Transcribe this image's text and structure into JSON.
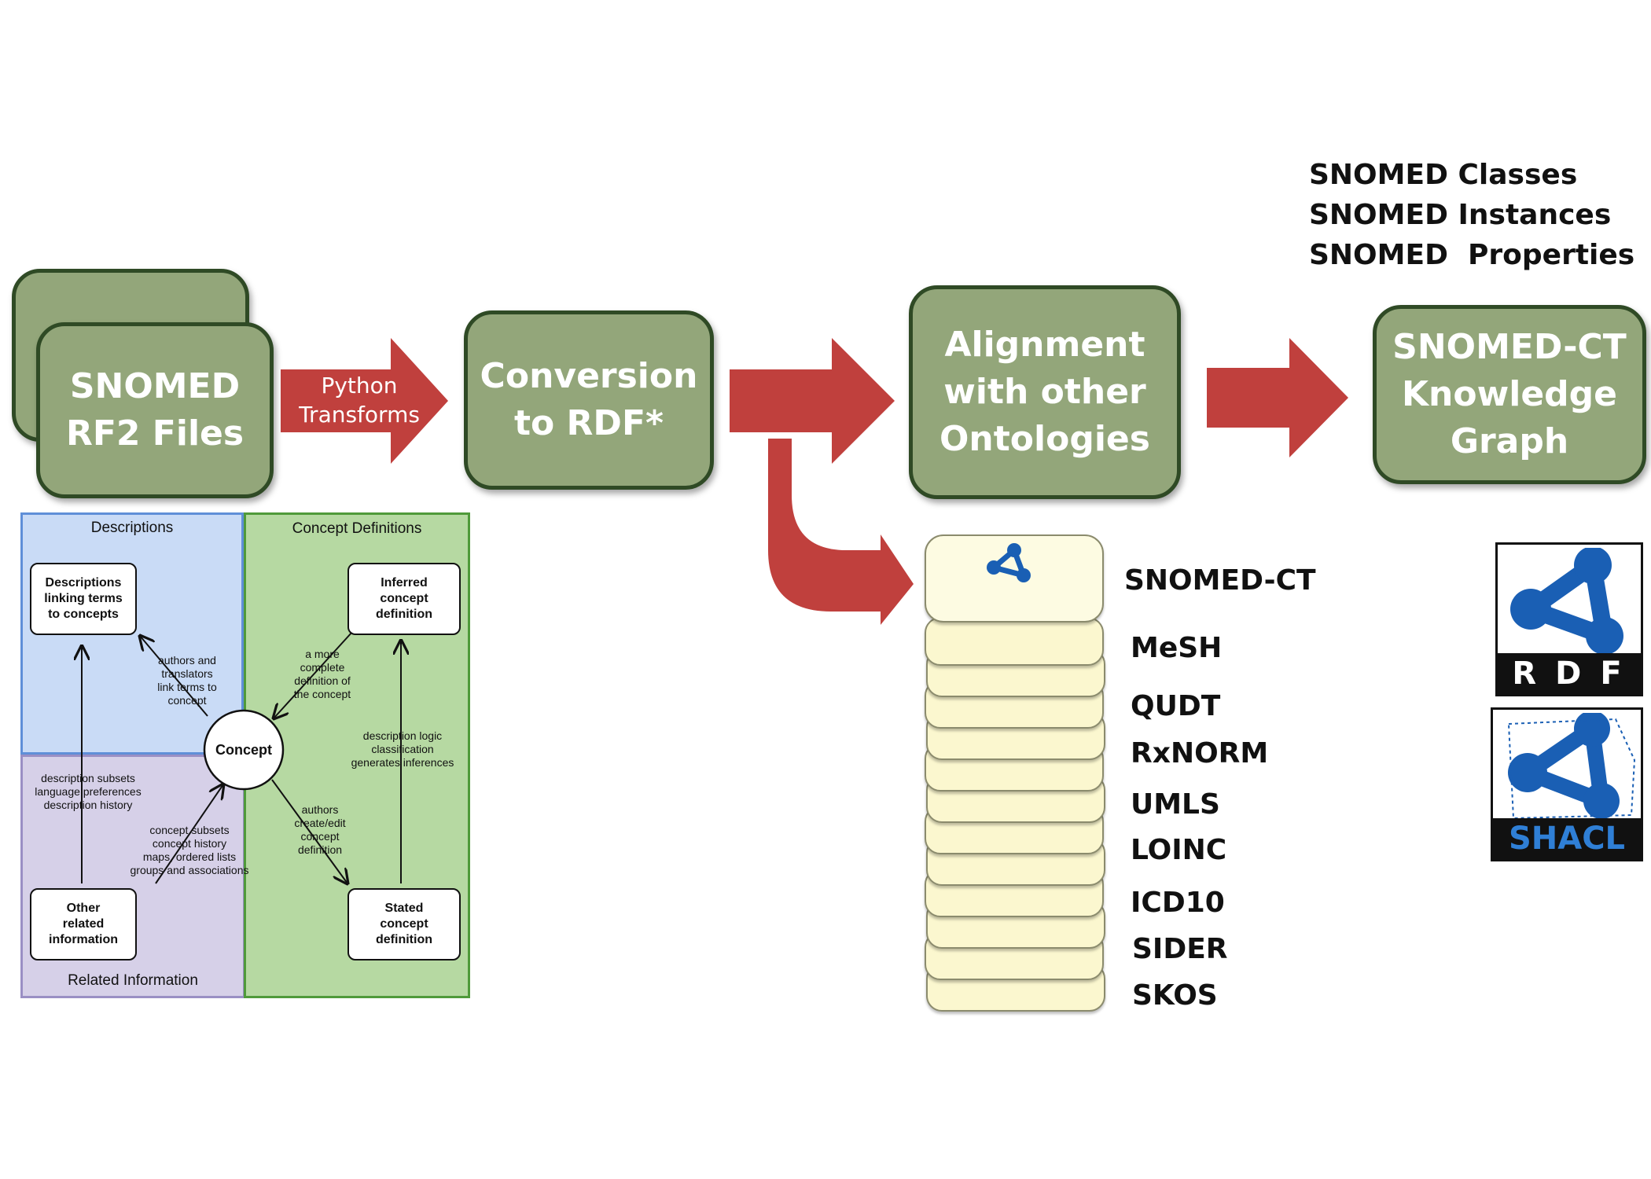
{
  "pipeline": {
    "rf2_files": "SNOMED\nRF2 Files",
    "python_arrow": "Python\nTransforms",
    "conversion": "Conversion\nto RDF*",
    "alignment": "Alignment\nwith other\nOntologies",
    "knowledge_graph": "SNOMED-CT\nKnowledge\nGraph"
  },
  "kg_contents": [
    "SNOMED Classes",
    "SNOMED Instances",
    "SNOMED  Properties"
  ],
  "ontologies": [
    "SNOMED-CT",
    "MeSH",
    "QUDT",
    "RxNORM",
    "UMLS",
    "LOINC",
    "ICD10",
    "SIDER",
    "SKOS"
  ],
  "logos": {
    "rdf": "RDF",
    "shacl": "SHACL"
  },
  "model": {
    "descriptions_title": "Descriptions",
    "definitions_title": "Concept Definitions",
    "related_title": "Related Information",
    "concept": "Concept",
    "desc_box": "Descriptions\nlinking terms\nto concepts",
    "inferred_box": "Inferred\nconcept\ndefinition",
    "stated_box": "Stated\nconcept\ndefinition",
    "other_box": "Other\nrelated\ninformation",
    "note_authors_translators": "authors and\ntranslators\nlink terms to\nconcept",
    "note_more_complete": "a more\ncomplete\ndefinition of\nthe concept",
    "note_dl_classification": "description logic\nclassification\ngenerates inferences",
    "note_authors_create": "authors\ncreate/edit\nconcept\ndefinition",
    "note_desc_subsets": "description subsets\nlanguage preferences\ndescription history",
    "note_concept_subsets": "concept subsets\nconcept history\nmaps, ordered lists\ngroups and associations"
  },
  "colors": {
    "box_fill": "#93a67a",
    "box_border": "#2f4a25",
    "arrow": "#c0403d",
    "panel_blue": "#c9dbf6",
    "panel_green": "#b6d9a2",
    "panel_purple": "#d6d0e8",
    "disc": "#fbf7cf",
    "logo_blue": "#1a5fb4"
  }
}
